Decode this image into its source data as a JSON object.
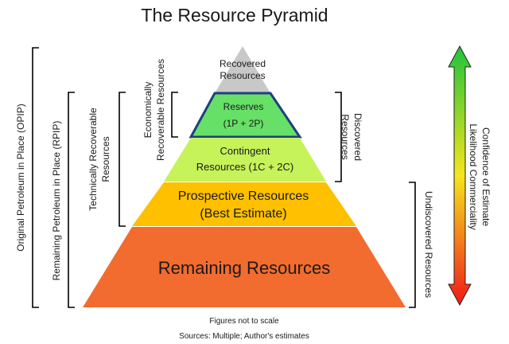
{
  "title": "The Resource Pyramid",
  "tiers": {
    "recovered": [
      "Recovered",
      "Resources"
    ],
    "reserves": [
      "Reserves",
      "(1P + 2P)"
    ],
    "contingent": [
      "Contingent",
      "Resources (1C + 2C)"
    ],
    "prospective": [
      "Prospective Resources",
      "(Best Estimate)"
    ],
    "remaining": [
      "Remaining Resources"
    ]
  },
  "brackets": {
    "opip": "Original Petroleum in Place (OPIP)",
    "rpip": "Remaining Petroleum in Place (RPIP)",
    "technically": [
      "Technically Recoverable",
      "Resources"
    ],
    "economically": [
      "Economically",
      "Recoverable Resources"
    ],
    "discovered": [
      "Discovered",
      "Resources"
    ],
    "undiscovered": "Undiscovered Resources",
    "confidence": [
      "Confidence of Estimate",
      "Likelihood Commerciality"
    ]
  },
  "footer": {
    "note": "Figures not to scale",
    "sources": "Sources: Multiple; Author's estimates"
  },
  "colors": {
    "recovered": "#c8c8c8",
    "reserves": "#66e066",
    "reserves_border": "#1f3f7f",
    "contingent": "#c6f25a",
    "prospective": "#ffc000",
    "remaining": "#f26b2f",
    "arrow_top": "#1fc43a",
    "arrow_mid": "#f5e51c",
    "arrow_bottom": "#f21818"
  }
}
